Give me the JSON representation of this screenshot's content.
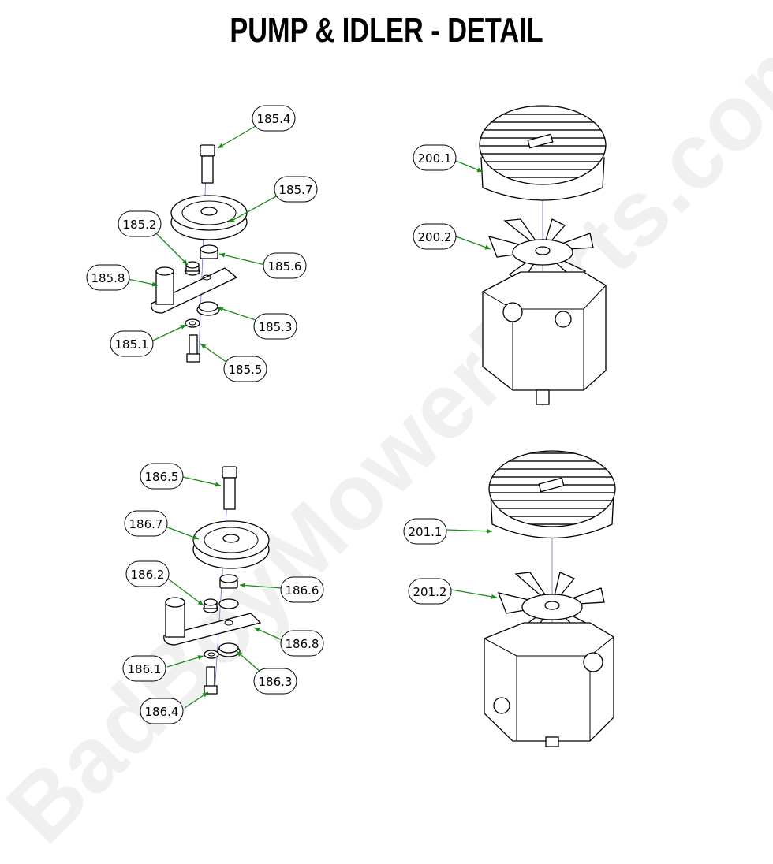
{
  "title": "PUMP & IDLER - DETAIL",
  "watermark": "BadBoyMowerParts.com",
  "colors": {
    "leader": "#1a8c1a",
    "axis": "#6b6bd6"
  },
  "callouts": {
    "c185_4": "185.4",
    "c185_7": "185.7",
    "c185_2": "185.2",
    "c185_6": "185.6",
    "c185_8": "185.8",
    "c185_3": "185.3",
    "c185_1": "185.1",
    "c185_5": "185.5",
    "c200_1": "200.1",
    "c200_2": "200.2",
    "c186_5": "186.5",
    "c186_7": "186.7",
    "c186_2": "186.2",
    "c186_6": "186.6",
    "c186_8": "186.8",
    "c186_1": "186.1",
    "c186_3": "186.3",
    "c186_4": "186.4",
    "c201_1": "201.1",
    "c201_2": "201.2"
  }
}
